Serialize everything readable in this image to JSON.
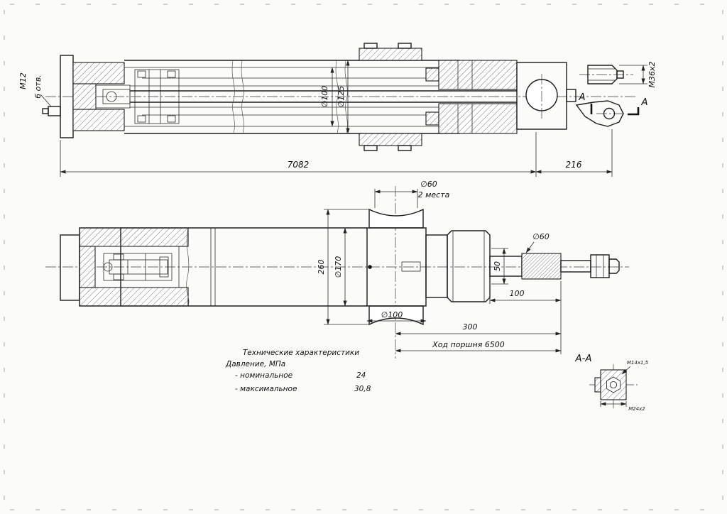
{
  "drawing": {
    "top_view": {
      "m12": "М12",
      "holes": "6 отв.",
      "d100": "∅100",
      "d125": "∅125",
      "m36": "М36х2",
      "dim_overall": "7082",
      "dim_right": "216",
      "section_letter_left": "А",
      "section_letter_right": "А"
    },
    "bottom_view": {
      "d60_saddle": "∅60",
      "d60_places": "2 места",
      "dim_height": "260",
      "d170": "∅170",
      "dim_50": "50",
      "d60_rod": "∅60",
      "dim_100": "100",
      "d100": "∅100",
      "dim_300": "300",
      "stroke_label": "Ход поршня 6500"
    },
    "specs": {
      "title": "Технические характеристики",
      "pressure": "Давление, МПа",
      "row1_label": "- номинальное",
      "row1_value": "24",
      "row2_label": "- максимальное",
      "row2_value": "30,8"
    },
    "section_aa": {
      "title": "А-А",
      "m14": "М14х1,5",
      "m24": "М24х2"
    }
  }
}
